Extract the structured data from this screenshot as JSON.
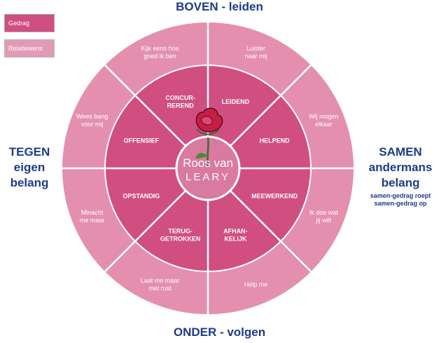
{
  "buttons": {
    "gedrag": "Gedrag",
    "relatiewens": "Relatiewens"
  },
  "axes": {
    "top": "BOVEN - leiden",
    "bottom": "ONDER - volgen",
    "left": [
      "TEGEN",
      "eigen",
      "belang"
    ],
    "right": [
      "SAMEN",
      "andermans",
      "belang"
    ],
    "right_sub": [
      "samen-gedrag roept",
      "samen-gedrag op"
    ]
  },
  "center": {
    "line1": "Roos van",
    "line2": "LEARY"
  },
  "outer_segments": [
    {
      "lines": [
        "Luister",
        "naar mij"
      ]
    },
    {
      "lines": [
        "Wij mogen",
        "elkaar"
      ]
    },
    {
      "lines": [
        "Ik doe wat",
        "jij wilt"
      ]
    },
    {
      "lines": [
        "Help me"
      ]
    },
    {
      "lines": [
        "Laat me maar",
        "met rust"
      ]
    },
    {
      "lines": [
        "Minacht",
        "me maar"
      ]
    },
    {
      "lines": [
        "Wees bang",
        "voor mij"
      ]
    },
    {
      "lines": [
        "Kijk eens hoe",
        "goed ik ben"
      ]
    }
  ],
  "inner_segments": [
    {
      "lines": [
        "LEIDEND"
      ]
    },
    {
      "lines": [
        "HELPEND"
      ]
    },
    {
      "lines": [
        "MEEWERKEND"
      ]
    },
    {
      "lines": [
        "AFHAN-",
        "KELIJK"
      ]
    },
    {
      "lines": [
        "TERUG-",
        "GETROKKEN"
      ]
    },
    {
      "lines": [
        "OPSTANDIG"
      ]
    },
    {
      "lines": [
        "OFFENSIEF"
      ]
    },
    {
      "lines": [
        "CONCUR-",
        "REREND"
      ]
    }
  ],
  "colors": {
    "outer_fill": "#e48fae",
    "outer_ring": "#d9719a",
    "inner_fill": "#d14e80",
    "center_fill": "#d97aa0",
    "axis_text": "#1f3a8a"
  }
}
